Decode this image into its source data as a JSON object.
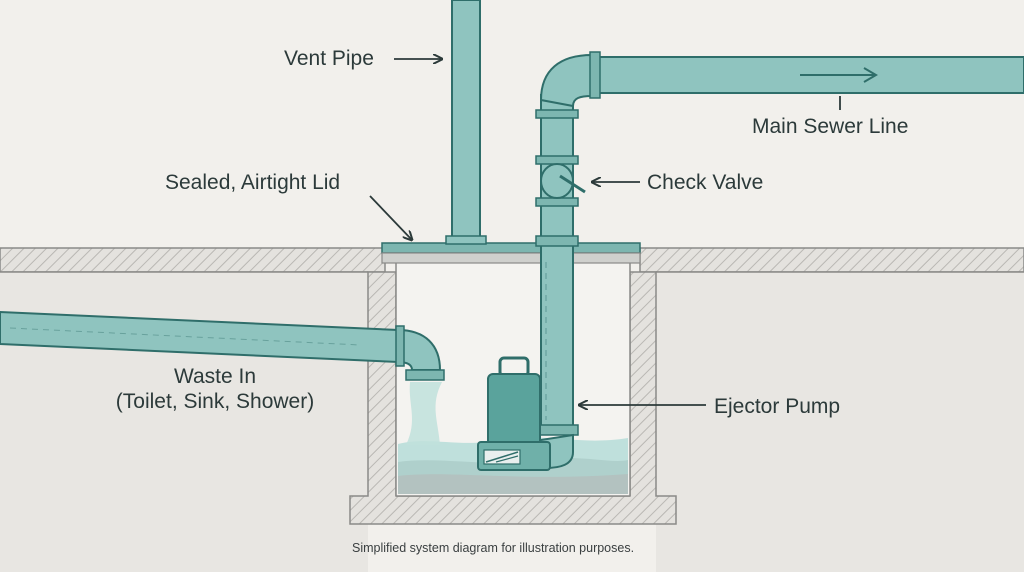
{
  "labels": {
    "vent_pipe": "Vent Pipe",
    "sealed_lid": "Sealed, Airtight Lid",
    "check_valve": "Check Valve",
    "main_sewer_line": "Main Sewer Line",
    "waste_in_line1": "Waste In",
    "waste_in_line2": "(Toilet, Sink, Shower)",
    "ejector_pump": "Ejector Pump"
  },
  "caption": "Simplified system diagram for illustration purposes.",
  "colors": {
    "background": "#f2f0ec",
    "pipe": "#8fc4bf",
    "pipe_stroke": "#2f6e6a",
    "pump": "#5aa39c",
    "water": "#bfe0dc",
    "concrete": "#e7e5e1",
    "concrete_stroke": "#8a8a88",
    "text": "#2c3a3a"
  }
}
